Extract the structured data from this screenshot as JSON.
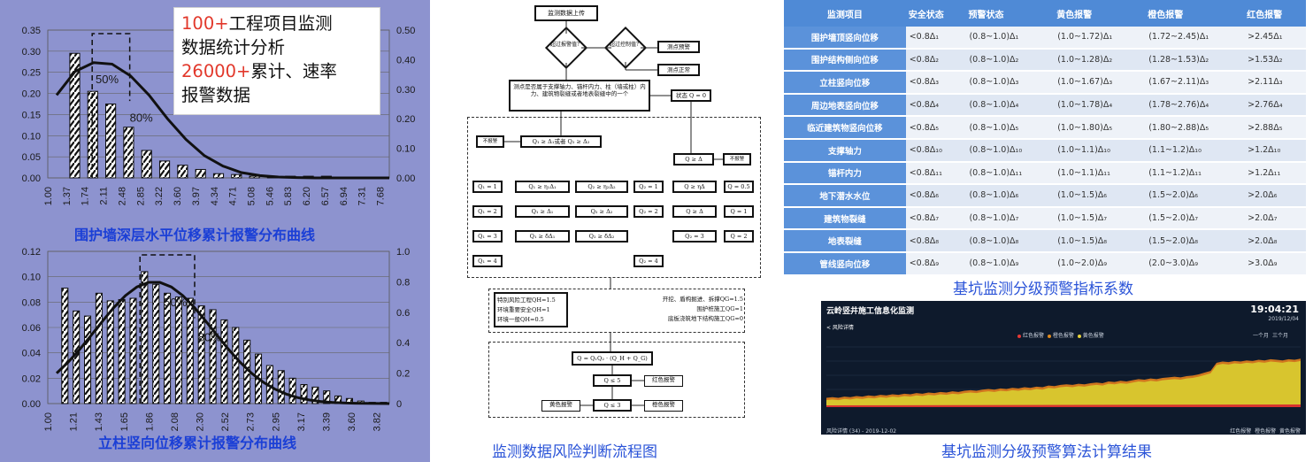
{
  "callout": {
    "line1_num": "100+",
    "line1_text": "工程项目监测",
    "line2": "数据统计分析",
    "line3_num": "26000+",
    "line3_text": "累计、速率",
    "line4": "报警数据"
  },
  "colors": {
    "left_bg": "#8d93cf",
    "title_blue": "#1b3fd6",
    "caption_blue": "#2b54d8",
    "red": "#e2382b",
    "table_header": "#4f8ad6",
    "dash_bg": "#0e1a2c"
  },
  "chart_data": [
    {
      "type": "bar",
      "title": "围护墙深层水平位移累计报警分布曲线",
      "categories": [
        "1.00",
        "1.37",
        "1.74",
        "2.11",
        "2.48",
        "2.85",
        "3.22",
        "3.60",
        "3.97",
        "4.34",
        "4.71",
        "5.08",
        "5.46",
        "5.83",
        "6.20",
        "6.57",
        "6.94",
        "7.31",
        "7.68"
      ],
      "values": [
        0.0,
        0.295,
        0.205,
        0.175,
        0.12,
        0.065,
        0.04,
        0.03,
        0.02,
        0.01,
        0.008,
        0.004,
        0.004,
        0.004,
        0.004,
        0.004,
        0.0,
        0.0,
        0.0
      ],
      "ylim": [
        0,
        0.35
      ],
      "yticks": [
        "0.00",
        "0.05",
        "0.10",
        "0.15",
        "0.20",
        "0.25",
        "0.30",
        "0.35"
      ],
      "y2lim": [
        0,
        0.5
      ],
      "y2ticks": [
        "0.00",
        "0.10",
        "0.20",
        "0.30",
        "0.40",
        "0.50"
      ],
      "curve_y2": [
        0.28,
        0.36,
        0.39,
        0.385,
        0.345,
        0.28,
        0.2,
        0.13,
        0.075,
        0.04,
        0.018,
        0.008,
        0.003,
        0.001,
        0.0,
        0.0,
        0.0,
        0.0,
        0.0
      ],
      "annotations": [
        "50%",
        "80%"
      ]
    },
    {
      "type": "bar",
      "title": "立柱竖向位移累计报警分布曲线",
      "categories": [
        "1.00",
        "1.21",
        "1.43",
        "1.65",
        "1.86",
        "2.08",
        "2.30",
        "2.52",
        "2.73",
        "2.95",
        "3.17",
        "3.39",
        "3.60",
        "3.82"
      ],
      "values": [
        0.0,
        0.091,
        0.073,
        0.069,
        0.087,
        0.081,
        0.082,
        0.083,
        0.104,
        0.094,
        0.087,
        0.084,
        0.083,
        0.077,
        0.074,
        0.066,
        0.06,
        0.05,
        0.039,
        0.03,
        0.026,
        0.02,
        0.015,
        0.013,
        0.01,
        0.006,
        0.004,
        0.002,
        0.001,
        0.001
      ],
      "ylim": [
        0,
        0.12
      ],
      "yticks": [
        "0.00",
        "0.02",
        "0.04",
        "0.06",
        "0.08",
        "0.10",
        "0.12"
      ],
      "y2lim": [
        0,
        1.0
      ],
      "y2ticks": [
        "0",
        "0.2",
        "0.4",
        "0.6",
        "0.8",
        "1.0"
      ],
      "annotations": [
        "50%",
        "80%"
      ]
    }
  ],
  "flow": {
    "caption": "监测数据风险判断流程图",
    "start": "监测数据上传",
    "d1": "超过报警值？",
    "d2": "超过控制值？",
    "b_red": "测点预警",
    "b_normal": "测点正常",
    "check": "测点是否属于支撑轴力、锚杆内力、柱（墙或柱）内力、建筑物裂缝或者地表裂缝中的一个",
    "b_q0": "状态 Q = 0",
    "b_no1": "不报警",
    "b_cond1": "Q₁ ≥ Δ₁或者 Q₂ ≥ Δ₂",
    "b_cond2": "Q ≥ Δ",
    "b_no2": "不报警",
    "grid_r1": [
      "Q₁ = 1",
      "Q₁ ≥ η₁Δ₁",
      "Q₂ ≥ η₂Δ₂",
      "Q₂ = 1",
      "Q ≥ ηΔ",
      "Q = 0.5"
    ],
    "grid_r2": [
      "Q₁ = 2",
      "Q₁ ≥ Δ₁",
      "Q₂ ≥ Δ₂",
      "Q₂ = 2",
      "Q ≥ Δ",
      "Q = 1"
    ],
    "grid_r3": [
      "Q₁ = 3",
      "Q₁ ≥ δΔ₁",
      "Q₂ ≥ δΔ₂",
      "Q₂ = 3",
      "Q = 2"
    ],
    "grid_r4": [
      "Q₁ = 4",
      "Q₂ = 4"
    ],
    "risk_left": [
      "特別风险工程QH=1.5",
      "环境重要安全QH=1",
      "环境一般QH=0.5"
    ],
    "risk_right": [
      "开挖、盾构掘进、拆撑QG=1.5",
      "围护桩施工QG=1",
      "底板浇筑地下结构施工QG=0"
    ],
    "formula": "Q = Q₁Q₂ · (Q_H + Q_G)",
    "r_a": "Q ≤ 5",
    "r_a_out": "红色报警",
    "r_b": "Q ≤ 3",
    "r_b_left": "黄色报警",
    "r_b_right": "橙色报警"
  },
  "table": {
    "caption": "基坑监测分级预警指标系数",
    "headers": [
      "监测项目",
      "安全状态",
      "预警状态",
      "黄色报警",
      "橙色报警",
      "红色报警"
    ],
    "rows": [
      [
        "围护墙顶竖向位移",
        "<0.8Δ₁",
        "(0.8~1.0)Δ₁",
        "(1.0~1.72)Δ₁",
        "(1.72~2.45)Δ₁",
        ">2.45Δ₁"
      ],
      [
        "围护结构侧向位移",
        "<0.8Δ₂",
        "(0.8~1.0)Δ₂",
        "(1.0~1.28)Δ₂",
        "(1.28~1.53)Δ₂",
        ">1.53Δ₂"
      ],
      [
        "立柱竖向位移",
        "<0.8Δ₃",
        "(0.8~1.0)Δ₃",
        "(1.0~1.67)Δ₃",
        "(1.67~2.11)Δ₃",
        ">2.11Δ₃"
      ],
      [
        "周边地表竖向位移",
        "<0.8Δ₄",
        "(0.8~1.0)Δ₄",
        "(1.0~1.78)Δ₄",
        "(1.78~2.76)Δ₄",
        ">2.76Δ₄"
      ],
      [
        "临近建筑物竖向位移",
        "<0.8Δ₅",
        "(0.8~1.0)Δ₅",
        "(1.0~1.80)Δ₅",
        "(1.80~2.88)Δ₅",
        ">2.88Δ₅"
      ],
      [
        "支撑轴力",
        "<0.8Δ₁₀",
        "(0.8~1.0)Δ₁₀",
        "(1.0~1.1)Δ₁₀",
        "(1.1~1.2)Δ₁₀",
        ">1.2Δ₁₀"
      ],
      [
        "锚杆内力",
        "<0.8Δ₁₁",
        "(0.8~1.0)Δ₁₁",
        "(1.0~1.1)Δ₁₁",
        "(1.1~1.2)Δ₁₁",
        ">1.2Δ₁₁"
      ],
      [
        "地下潜水水位",
        "<0.8Δ₆",
        "(0.8~1.0)Δ₆",
        "(1.0~1.5)Δ₆",
        "(1.5~2.0)Δ₆",
        ">2.0Δ₆"
      ],
      [
        "建筑物裂缝",
        "<0.8Δ₇",
        "(0.8~1.0)Δ₇",
        "(1.0~1.5)Δ₇",
        "(1.5~2.0)Δ₇",
        ">2.0Δ₇"
      ],
      [
        "地表裂缝",
        "<0.8Δ₈",
        "(0.8~1.0)Δ₈",
        "(1.0~1.5)Δ₈",
        "(1.5~2.0)Δ₈",
        ">2.0Δ₈"
      ],
      [
        "管线竖向位移",
        "<0.8Δ₉",
        "(0.8~1.0)Δ₉",
        "(1.0~2.0)Δ₉",
        "(2.0~3.0)Δ₉",
        ">3.0Δ₉"
      ]
    ]
  },
  "dashboard": {
    "caption": "基坑监测分级预警算法计算结果",
    "title": "云岭竖井施工信息化监测",
    "time": "19:04:21",
    "date": "2019/12/04",
    "sub": "< 风险详情",
    "legend": [
      "红色报警",
      "橙色报警",
      "黄色报警"
    ],
    "legend_colors": [
      "#e53935",
      "#e08a1e",
      "#e8d23a"
    ],
    "range_tabs": [
      "一个月",
      "三个月"
    ],
    "footer_left": "风险详情 (34) - 2019-12-02",
    "footer_right": [
      "红色报警",
      "橙色报警",
      "黄色报警"
    ],
    "series_yellow": [
      0.12,
      0.13,
      0.12,
      0.14,
      0.13,
      0.15,
      0.14,
      0.16,
      0.15,
      0.17,
      0.16,
      0.18,
      0.17,
      0.19,
      0.18,
      0.2,
      0.19,
      0.21,
      0.2,
      0.22,
      0.21,
      0.23,
      0.22,
      0.24,
      0.25,
      0.24,
      0.26,
      0.27,
      0.26,
      0.28,
      0.27,
      0.29,
      0.28,
      0.3,
      0.29,
      0.31,
      0.3,
      0.33,
      0.32,
      0.34,
      0.35,
      0.34,
      0.36,
      0.35,
      0.37,
      0.38,
      0.37,
      0.4,
      0.39,
      0.41,
      0.4,
      0.42,
      0.44,
      0.43,
      0.45,
      0.44,
      0.46,
      0.47,
      0.48,
      0.47,
      0.49,
      0.5,
      0.52,
      0.55,
      0.58,
      0.72,
      0.74,
      0.73,
      0.75,
      0.74,
      0.76,
      0.75,
      0.77,
      0.76,
      0.78,
      0.77,
      0.76,
      0.78,
      0.77,
      0.79
    ]
  }
}
